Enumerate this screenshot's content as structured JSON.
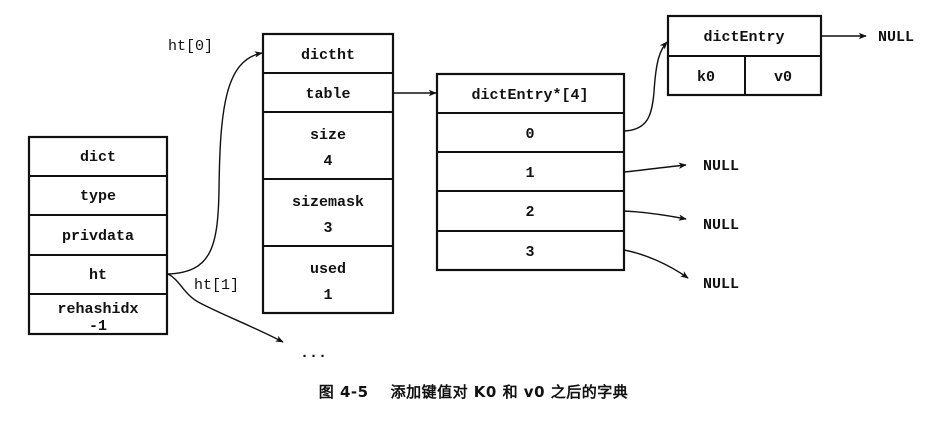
{
  "diagram": {
    "dict": {
      "fields": [
        {
          "label": "dict"
        },
        {
          "label": "type"
        },
        {
          "label": "privdata"
        },
        {
          "label": "ht"
        },
        {
          "label": "rehashidx",
          "value": "-1"
        }
      ]
    },
    "edge_labels": {
      "ht0": "ht[0]",
      "ht1": "ht[1]",
      "ellipsis": "..."
    },
    "dictht": {
      "fields": [
        {
          "label": "dictht"
        },
        {
          "label": "table"
        },
        {
          "label": "size",
          "value": "4"
        },
        {
          "label": "sizemask",
          "value": "3"
        },
        {
          "label": "used",
          "value": "1"
        }
      ]
    },
    "table": {
      "header": "dictEntry*[4]",
      "slots": [
        "0",
        "1",
        "2",
        "3"
      ]
    },
    "entry": {
      "header": "dictEntry",
      "key": "k0",
      "value": "v0",
      "next": "NULL"
    },
    "nulls": [
      "NULL",
      "NULL",
      "NULL"
    ]
  },
  "caption": {
    "number": "图 4-5",
    "text": "添加键值对 K0 和 v0 之后的字典"
  }
}
